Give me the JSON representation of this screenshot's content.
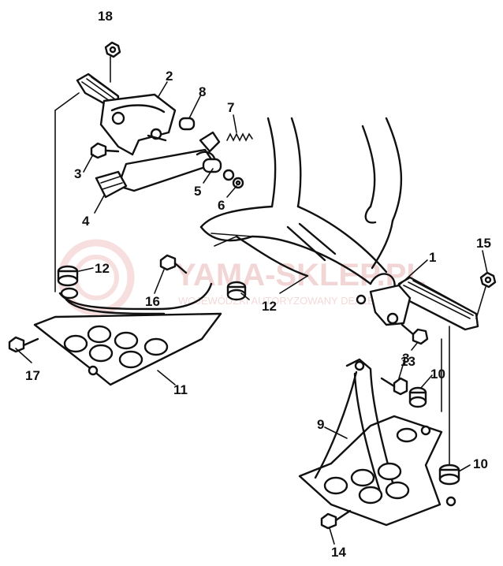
{
  "callouts": [
    {
      "id": "c18",
      "label": "18"
    },
    {
      "id": "c2",
      "label": "2"
    },
    {
      "id": "c8",
      "label": "8"
    },
    {
      "id": "c7",
      "label": "7"
    },
    {
      "id": "c3a",
      "label": "3"
    },
    {
      "id": "c5",
      "label": "5"
    },
    {
      "id": "c6",
      "label": "6"
    },
    {
      "id": "c4",
      "label": "4"
    },
    {
      "id": "c12a",
      "label": "12"
    },
    {
      "id": "c16",
      "label": "16"
    },
    {
      "id": "c12b",
      "label": "12"
    },
    {
      "id": "c1",
      "label": "1"
    },
    {
      "id": "c15",
      "label": "15"
    },
    {
      "id": "c3b",
      "label": "3"
    },
    {
      "id": "c17",
      "label": "17"
    },
    {
      "id": "c11",
      "label": "11"
    },
    {
      "id": "c13",
      "label": "13"
    },
    {
      "id": "c10a",
      "label": "10"
    },
    {
      "id": "c9",
      "label": "9"
    },
    {
      "id": "c10b",
      "label": "10"
    },
    {
      "id": "c14",
      "label": "14"
    }
  ],
  "watermark": {
    "main": "YAMA-SKLEP.PL",
    "sub": "WOJEWÓDZKI AUTORYZOWANY DEALER YAMAHA"
  }
}
